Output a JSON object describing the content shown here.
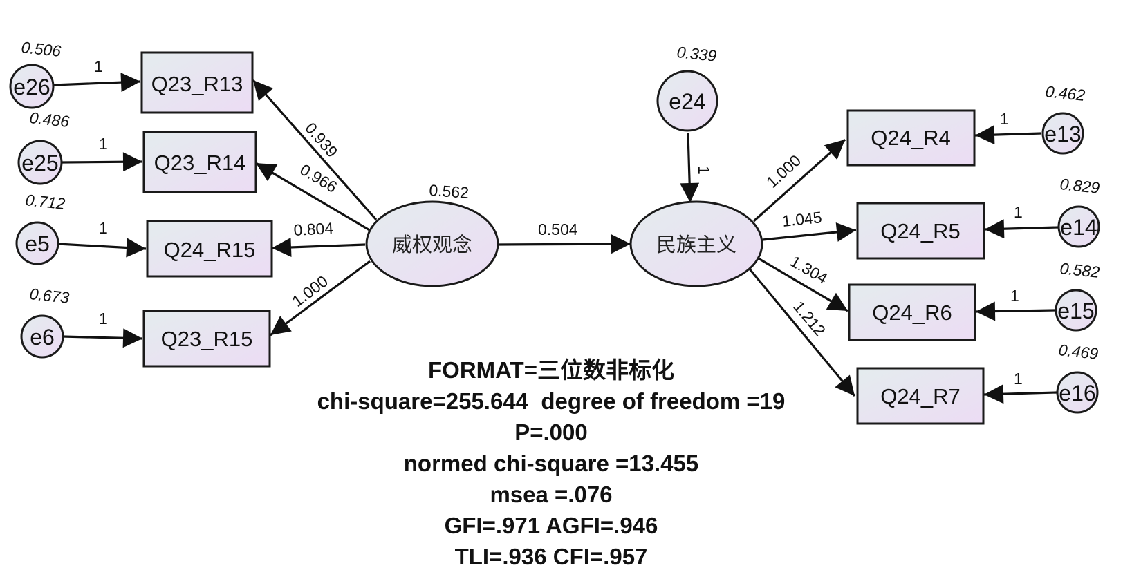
{
  "diagram": {
    "latents": {
      "authority": {
        "label": "威权观念",
        "variance": "0.562"
      },
      "nationalism": {
        "label": "民族主义"
      }
    },
    "structural_path": {
      "from": "威权观念",
      "to": "民族主义",
      "coef": "0.504"
    },
    "disturbance": {
      "name": "e24",
      "variance": "0.339",
      "path_label": "1"
    },
    "left_indicators": [
      {
        "name": "Q23_R13",
        "loading": "0.939",
        "error": "e26",
        "error_variance": "0.506",
        "error_path": "1"
      },
      {
        "name": "Q23_R14",
        "loading": "0.966",
        "error": "e25",
        "error_variance": "0.486",
        "error_path": "1"
      },
      {
        "name": "Q24_R15",
        "loading": "0.804",
        "error": "e5",
        "error_variance": "0.712",
        "error_path": "1"
      },
      {
        "name": "Q23_R15",
        "loading": "1.000",
        "error": "e6",
        "error_variance": "0.673",
        "error_path": "1"
      }
    ],
    "right_indicators": [
      {
        "name": "Q24_R4",
        "loading": "1.000",
        "error": "e13",
        "error_variance": "0.462",
        "error_path": "1"
      },
      {
        "name": "Q24_R5",
        "loading": "1.045",
        "error": "e14",
        "error_variance": "0.829",
        "error_path": "1"
      },
      {
        "name": "Q24_R6",
        "loading": "1.304",
        "error": "e15",
        "error_variance": "0.582",
        "error_path": "1"
      },
      {
        "name": "Q24_R7",
        "loading": "1.212",
        "error": "e16",
        "error_variance": "0.469",
        "error_path": "1"
      }
    ],
    "fit_stats": [
      "FORMAT=三位数非标化",
      "chi-square=255.644  degree of freedom =19",
      "P=.000",
      "normed chi-square =13.455",
      "msea =.076",
      "GFI=.971 AGFI=.946",
      "TLI=.936 CFI=.957"
    ]
  }
}
